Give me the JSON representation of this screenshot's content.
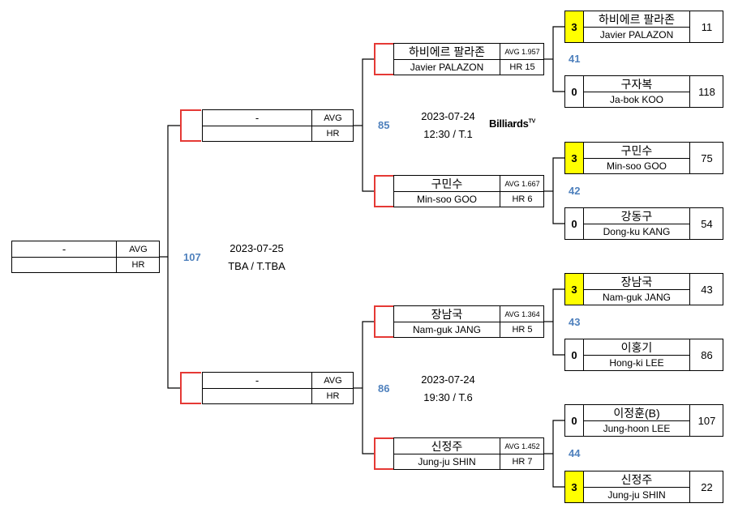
{
  "round1": [
    {
      "score": "3",
      "kname": "하비에르 팔라존",
      "ename": "Javier PALAZON",
      "rank": "11",
      "winner": true
    },
    {
      "score": "0",
      "kname": "구자복",
      "ename": "Ja-bok KOO",
      "rank": "118",
      "winner": false
    },
    {
      "score": "3",
      "kname": "구민수",
      "ename": "Min-soo GOO",
      "rank": "75",
      "winner": true
    },
    {
      "score": "0",
      "kname": "강동구",
      "ename": "Dong-ku KANG",
      "rank": "54",
      "winner": false
    },
    {
      "score": "3",
      "kname": "장남국",
      "ename": "Nam-guk JANG",
      "rank": "43",
      "winner": true
    },
    {
      "score": "0",
      "kname": "이홍기",
      "ename": "Hong-ki LEE",
      "rank": "86",
      "winner": false
    },
    {
      "score": "0",
      "kname": "이정훈(B)",
      "ename": "Jung-hoon LEE",
      "rank": "107",
      "winner": false
    },
    {
      "score": "3",
      "kname": "신정주",
      "ename": "Jung-ju SHIN",
      "rank": "22",
      "winner": true
    }
  ],
  "round1_matches": [
    "41",
    "42",
    "43",
    "44"
  ],
  "quarters": [
    {
      "kname": "하비에르 팔라존",
      "ename": "Javier PALAZON",
      "avg": "AVG 1.957",
      "hr": "HR 15"
    },
    {
      "kname": "구민수",
      "ename": "Min-soo GOO",
      "avg": "AVG 1.667",
      "hr": "HR 6"
    },
    {
      "kname": "장남국",
      "ename": "Nam-guk JANG",
      "avg": "AVG 1.364",
      "hr": "HR 5"
    },
    {
      "kname": "신정주",
      "ename": "Jung-ju SHIN",
      "avg": "AVG 1.452",
      "hr": "HR 7"
    }
  ],
  "quarter_matches": [
    {
      "num": "85",
      "date": "2023-07-24",
      "time": "12:30 / T.1"
    },
    {
      "num": "86",
      "date": "2023-07-24",
      "time": "19:30 / T.6"
    }
  ],
  "semis": [
    {
      "name": "-",
      "avg": "AVG",
      "hr": "HR"
    },
    {
      "name": "-",
      "avg": "AVG",
      "hr": "HR"
    }
  ],
  "semi_match": {
    "num": "107",
    "date": "2023-07-25",
    "time": "TBA / T.TBA"
  },
  "final": {
    "name": "-",
    "avg": "AVG",
    "hr": "HR"
  },
  "logo": {
    "text": "Billiards",
    "sup": "TV"
  }
}
